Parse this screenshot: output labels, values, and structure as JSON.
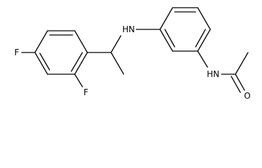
{
  "molecule": {
    "atoms": {
      "f_para": "F",
      "f_ortho": "F",
      "nh_amine": "HN",
      "nh_amide": "HN",
      "o_carbonyl": "O"
    },
    "colors": {
      "bond": "#000000",
      "label": "#000000",
      "background": "#ffffff"
    }
  }
}
